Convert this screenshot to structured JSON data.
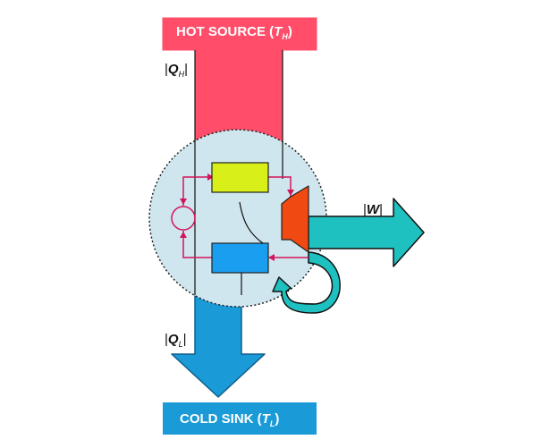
{
  "hot_source": {
    "title_main": "HOT SOURCE (",
    "title_var": "T",
    "title_sub": "H",
    "title_close": ")",
    "color": "#ff4d6a"
  },
  "cold_sink": {
    "title_main": "COLD SINK (",
    "title_var": "T",
    "title_sub": "L",
    "title_close": ")",
    "color": "#1a9ad6"
  },
  "labels": {
    "q_h_bar_left": "|",
    "q_h_var": "Q",
    "q_h_sub": "H",
    "q_h_bar_right": "|",
    "q_l_bar_left": "|",
    "q_l_var": "Q",
    "q_l_sub": "L",
    "q_l_bar_right": "|",
    "w_bar_left": "|",
    "w_var": "W",
    "w_bar_right": "|"
  },
  "colors": {
    "engine_circle": "#cfe6ee",
    "heat_in_arrow": "#ff4d6a",
    "heat_out_arrow": "#1a9ad6",
    "work_arrow": "#1fc0c0",
    "boiler": "#d8ef1a",
    "condenser": "#1a9ef0",
    "turbine": "#f04a12",
    "pipes": "#d4145a"
  }
}
